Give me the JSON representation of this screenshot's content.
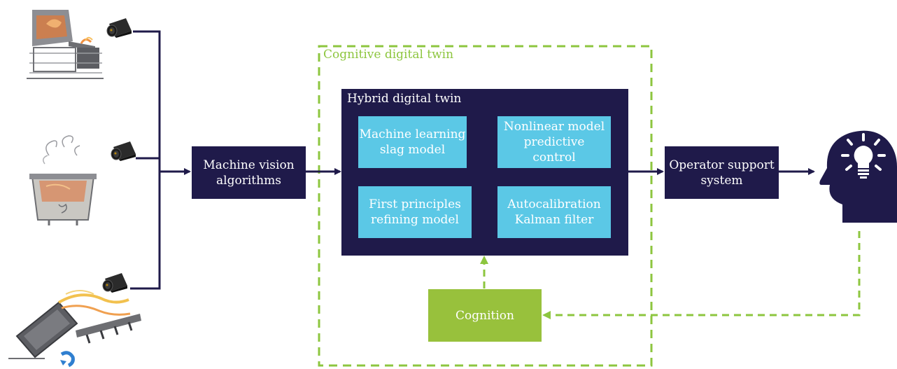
{
  "colors": {
    "navy": "#1f1a4a",
    "cyan": "#5bc8e6",
    "green": "#98c13c",
    "dashed_green": "#8dc63f"
  },
  "cognitive_twin": {
    "title": "Cognitive digital twin"
  },
  "hybrid_twin": {
    "title": "Hybrid digital twin",
    "models": [
      {
        "label": "Machine learning\nslag model"
      },
      {
        "label": "Nonlinear model\npredictive\ncontrol"
      },
      {
        "label": "First principles\nrefining model"
      },
      {
        "label": "Autocalibration\nKalman filter"
      }
    ]
  },
  "machine_vision": {
    "label": "Machine vision\nalgorithms"
  },
  "operator_support": {
    "label": "Operator support\nsystem"
  },
  "cognition": {
    "label": "Cognition"
  },
  "icons": {
    "cameras": [
      "camera-icon",
      "camera-icon",
      "camera-icon"
    ],
    "illustrations": [
      "converter-pouring-illustration",
      "ladle-steam-illustration",
      "converter-tilting-illustration"
    ],
    "operator": "head-lightbulb-icon"
  }
}
